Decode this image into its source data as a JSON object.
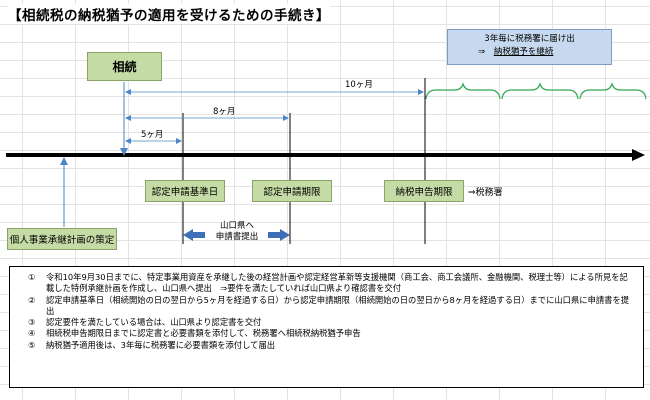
{
  "title": "【相続税の納税猶予の適用を受けるための手続き】",
  "start_box": {
    "label": "相続"
  },
  "notice_box": {
    "line1": "3年毎に税務署に届け出",
    "arrow": "⇒",
    "line2": "納税猶予を継続"
  },
  "durations": {
    "ten_months": "10ヶ月",
    "eight_months": "8ヶ月",
    "five_months": "5ヶ月"
  },
  "milestones": {
    "base_date": "認定申請基準日",
    "deadline": "認定申請期限",
    "tax_deadline": "納税申告期限",
    "to_tax_office": "⇒税務署"
  },
  "yamaguchi": {
    "line1": "山口県へ",
    "line2": "申請書提出"
  },
  "plan_box": {
    "label": "個人事業承継計画の策定"
  },
  "notes": [
    {
      "num": "①",
      "text": "令和10年9月30日までに、特定事業用資産を承継した後の経営計画や認定経営革新等支援機関（商工会、商工会議所、金融機関、税理士等）による所見を記載した特例承継計画を作成し、山口県へ提出　⇒要件を満たしていれば山口県より確認書を交付"
    },
    {
      "num": "②",
      "text": "認定申請基準日（相続開始の日の翌日から5ヶ月を経過する日）から認定申請期限（相続開始の日の翌日から8ヶ月を経過する日）までに山口県に申請書を提出"
    },
    {
      "num": "③",
      "text": "認定要件を満たしている場合は、山口県より認定書を交付"
    },
    {
      "num": "④",
      "text": "相続税申告期限日までに認定書と必要書類を添付して、税務署へ相続税納税猶予申告"
    },
    {
      "num": "⑤",
      "text": "納税猶予適用後は、3年毎に税務署に必要書類を添付して届出"
    }
  ],
  "colors": {
    "green_box": "#c5dba5",
    "blue_box": "#c6d9ee",
    "blue_arrow": "#4a86c8",
    "timeline": "#000000",
    "brace": "#33a852"
  }
}
